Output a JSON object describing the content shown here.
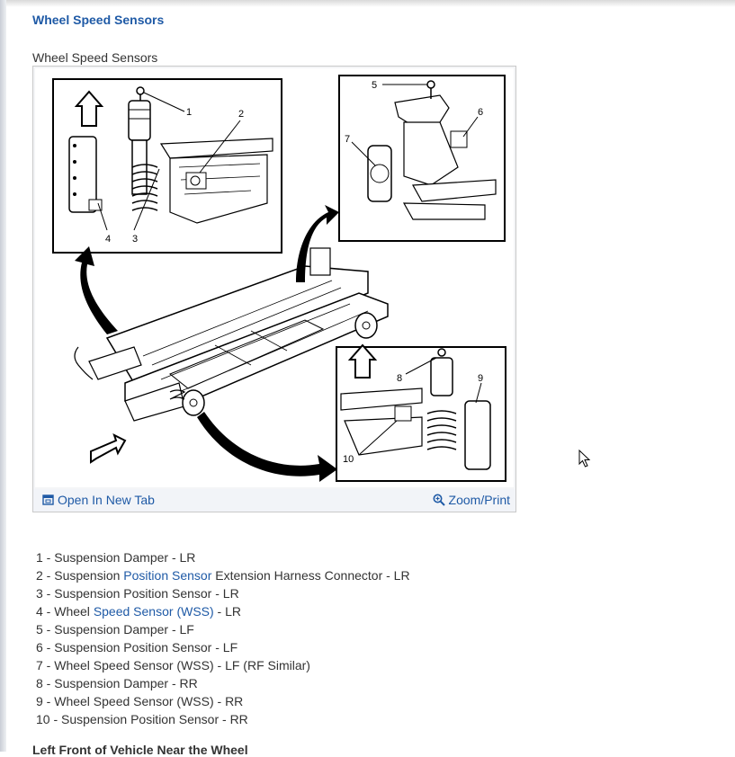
{
  "section": {
    "heading": "Wheel Speed Sensors",
    "figure_caption": "Wheel Speed Sensors"
  },
  "figure": {
    "callouts": [
      "1",
      "2",
      "3",
      "4",
      "5",
      "6",
      "7",
      "8",
      "9",
      "10"
    ],
    "toolbar": {
      "open_tab_label": "Open In New Tab",
      "open_tab_icon": "open-tab-icon",
      "zoom_label": "Zoom/Print",
      "zoom_icon": "magnifier-icon"
    }
  },
  "legend": [
    {
      "parts": [
        {
          "text": "1 - Suspension Damper - LR"
        }
      ]
    },
    {
      "parts": [
        {
          "text": "2 - Suspension "
        },
        {
          "text": "Position Sensor",
          "link": true
        },
        {
          "text": " Extension Harness Connector - LR"
        }
      ]
    },
    {
      "parts": [
        {
          "text": "3 - Suspension Position Sensor - LR"
        }
      ]
    },
    {
      "parts": [
        {
          "text": "4 - Wheel "
        },
        {
          "text": "Speed Sensor",
          "link": true
        },
        {
          "text": " "
        },
        {
          "text": "(WSS)",
          "link": true
        },
        {
          "text": " - LR"
        }
      ]
    },
    {
      "parts": [
        {
          "text": "5 - Suspension Damper - LF"
        }
      ]
    },
    {
      "parts": [
        {
          "text": "6 - Suspension Position Sensor - LF"
        }
      ]
    },
    {
      "parts": [
        {
          "text": "7 - Wheel Speed Sensor (WSS) - LF (RF Similar)"
        }
      ]
    },
    {
      "parts": [
        {
          "text": "8 - Suspension Damper - RR"
        }
      ]
    },
    {
      "parts": [
        {
          "text": "9 - Wheel Speed Sensor (WSS) - RR"
        }
      ]
    },
    {
      "parts": [
        {
          "text": "10 - Suspension Position Sensor - RR"
        }
      ]
    }
  ],
  "next_heading": "Left Front of Vehicle Near the Wheel",
  "colors": {
    "link": "#1f5aa6",
    "text": "#333333"
  }
}
